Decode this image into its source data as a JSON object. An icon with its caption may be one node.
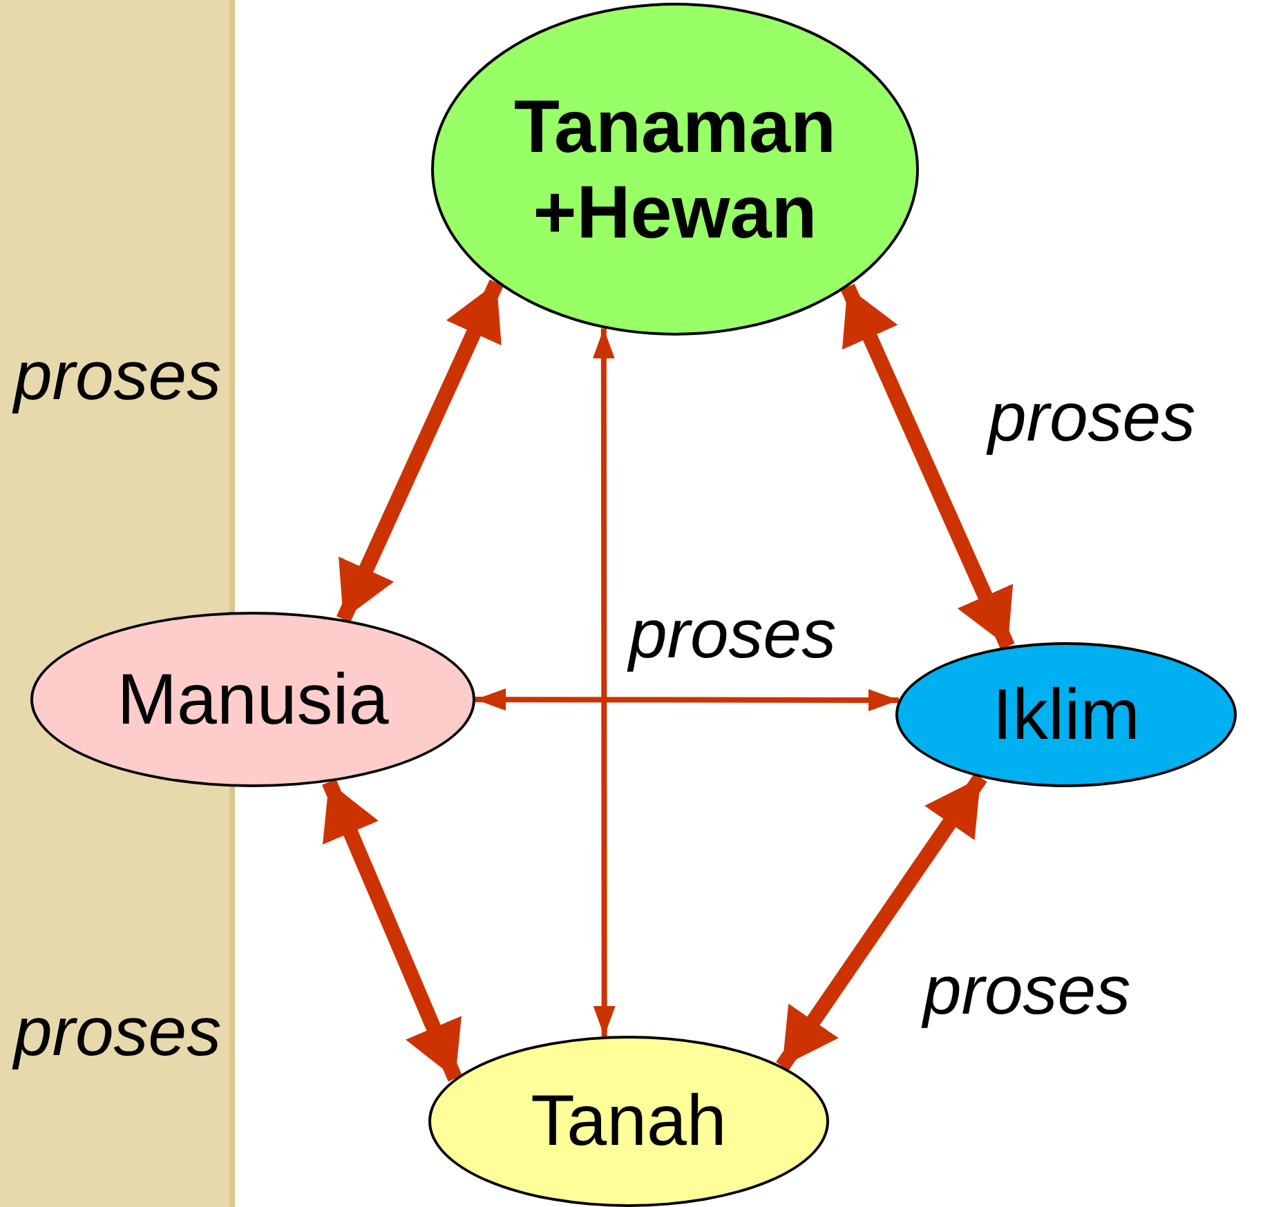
{
  "diagram": {
    "nodes": [
      {
        "text": [
          "Tanaman +Hewan"
        ]
      },
      {
        "text": [
          "Manusia"
        ]
      },
      {
        "text": [
          "Iklim"
        ]
      },
      {
        "text": [
          "Tanah"
        ]
      }
    ],
    "edges": [
      {
        "from": 0,
        "to": 1,
        "arrow": "both",
        "label": "proses"
      },
      {
        "from": 0,
        "to": 2,
        "arrow": "both",
        "label": "proses"
      },
      {
        "from": 1,
        "to": 2,
        "arrow": "both",
        "label": "proses"
      },
      {
        "from": 0,
        "to": 3,
        "arrow": "both"
      },
      {
        "from": 1,
        "to": 3,
        "arrow": "both",
        "label": "proses"
      },
      {
        "from": 2,
        "to": 3,
        "arrow": "both",
        "label": "proses"
      }
    ]
  }
}
